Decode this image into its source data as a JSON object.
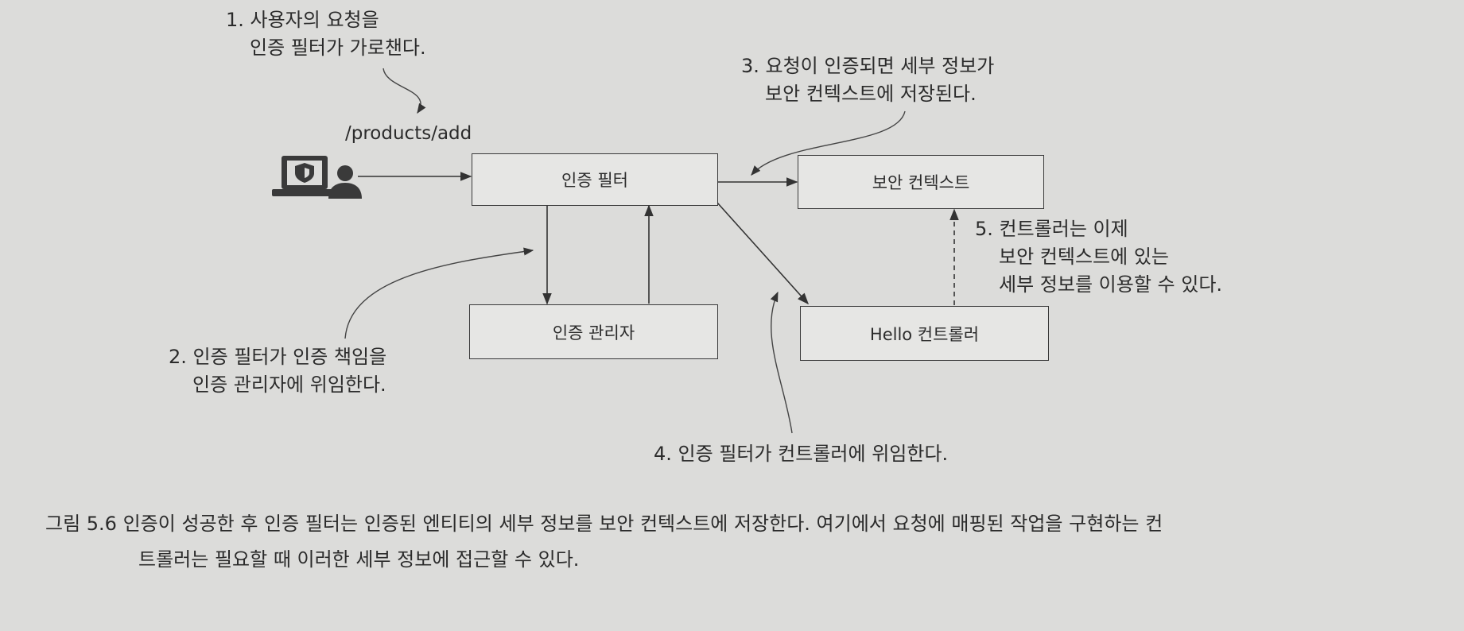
{
  "diagram": {
    "request_path": "/products/add",
    "boxes": {
      "auth_filter": "인증 필터",
      "auth_manager": "인증 관리자",
      "security_context": "보안 컨텍스트",
      "hello_controller": "Hello 컨트롤러"
    },
    "notes": {
      "step1": [
        "1. 사용자의 요청을",
        "인증 필터가 가로챈다."
      ],
      "step2": [
        "2. 인증 필터가 인증 책임을",
        "인증 관리자에 위임한다."
      ],
      "step3": [
        "3. 요청이 인증되면 세부 정보가",
        "보안 컨텍스트에 저장된다."
      ],
      "step4": [
        "4. 인증 필터가 컨트롤러에 위임한다."
      ],
      "step5": [
        "5. 컨트롤러는 이제",
        "보안 컨텍스트에 있는",
        "세부 정보를 이용할 수 있다."
      ]
    },
    "icons": [
      "laptop-shield-icon",
      "user-icon"
    ]
  },
  "caption": {
    "line1": "그림 5.6 인증이 성공한 후 인증 필터는 인증된 엔티티의 세부 정보를 보안 컨텍스트에 저장한다. 여기에서 요청에 매핑된 작업을 구현하는 컨",
    "line2": "트롤러는 필요할 때 이러한 세부 정보에 접근할 수 있다."
  }
}
